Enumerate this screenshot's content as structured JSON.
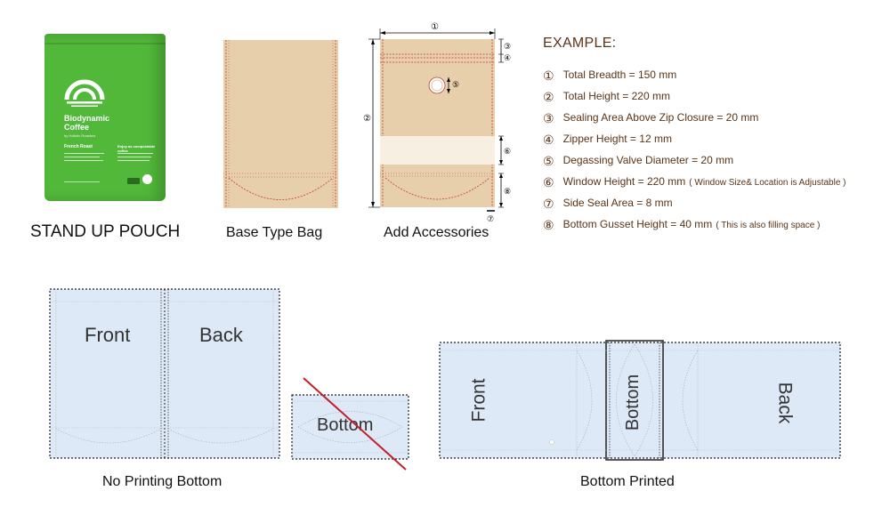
{
  "pouch": {
    "brand_line1": "Biodynamic",
    "brand_line2": "Coffee",
    "brand_sub": "by Holistic Roasters",
    "col1_title": "French Roast",
    "col2_title": "Enjoy as compostable coffee"
  },
  "captions": {
    "stand_up_pouch": "STAND UP POUCH",
    "base_type_bag": "Base Type Bag",
    "add_accessories": "Add Accessories",
    "no_printing_bottom": "No Printing Bottom",
    "bottom_printed": "Bottom Printed"
  },
  "example": {
    "title": "EXAMPLE:",
    "items": [
      {
        "num": "①",
        "text": "Total Breadth = 150 mm",
        "note": ""
      },
      {
        "num": "②",
        "text": "Total Height = 220 mm",
        "note": ""
      },
      {
        "num": "③",
        "text": "Sealing Area Above Zip Closure = 20 mm",
        "note": ""
      },
      {
        "num": "④",
        "text": "Zipper Height = 12 mm",
        "note": ""
      },
      {
        "num": "⑤",
        "text": "Degassing Valve Diameter = 20 mm",
        "note": ""
      },
      {
        "num": "⑥",
        "text": "Window Height = 220 mm",
        "note": "( Window Size& Location is Adjustable )"
      },
      {
        "num": "⑦",
        "text": "Side Seal Area = 8 mm",
        "note": ""
      },
      {
        "num": "⑧",
        "text": "Bottom Gusset Height = 40 mm",
        "note": "( This is also filling space )"
      }
    ]
  },
  "dims": {
    "d1": "①",
    "d2": "②",
    "d3": "③",
    "d4": "④",
    "d5": "⑤",
    "d6": "⑥",
    "d7": "⑦",
    "d8": "⑧"
  },
  "layouts": {
    "front": "Front",
    "back": "Back",
    "bottom": "Bottom"
  },
  "colors": {
    "kraft": "#e8cfac",
    "seal_red": "#c23a2b",
    "panel_blue": "#dde9f6",
    "example_brown": "#5a3417",
    "pouch_green": "#52b83a"
  }
}
